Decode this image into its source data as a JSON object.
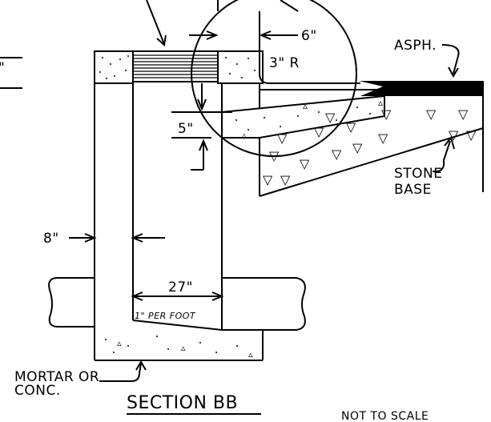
{
  "labels": {
    "asphalt": "ASPH.",
    "dim_6": "6\"",
    "radius": "3\" R",
    "dim_5": "5\"",
    "stone_base_1": "STONE",
    "stone_base_2": "BASE",
    "dim_8": "8\"",
    "dim_27": "27\"",
    "slope": "1\" PER FOOT",
    "mortar_1": "MORTAR OR",
    "mortar_2": "CONC.",
    "title": "SECTION BB",
    "scale_note": "NOT TO SCALE",
    "edge_mark": "\""
  }
}
